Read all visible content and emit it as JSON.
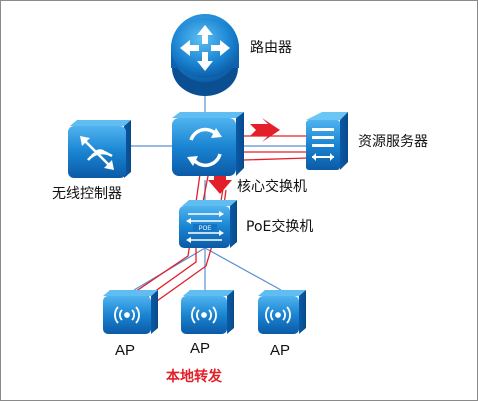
{
  "nodes": {
    "router": {
      "label": "路由器"
    },
    "core_switch": {
      "label": "核心交换机"
    },
    "wireless_controller": {
      "label": "无线控制器"
    },
    "resource_server": {
      "label": "资源服务器"
    },
    "poe_switch": {
      "label": "PoE交换机",
      "badge": "POE"
    },
    "ap1": {
      "label": "AP"
    },
    "ap2": {
      "label": "AP"
    },
    "ap3": {
      "label": "AP"
    }
  },
  "caption": "本地转发",
  "colors": {
    "device_blue": "#1a84d2",
    "link_blue": "#5b8fcf",
    "flow_red": "#e3202a"
  },
  "icons": {
    "router": "router-arrows-icon",
    "core_switch": "circular-arrows-icon",
    "wireless_controller": "wireless-controller-icon",
    "resource_server": "server-rack-icon",
    "poe_switch": "switch-arrows-icon",
    "ap": "wifi-signal-icon"
  }
}
